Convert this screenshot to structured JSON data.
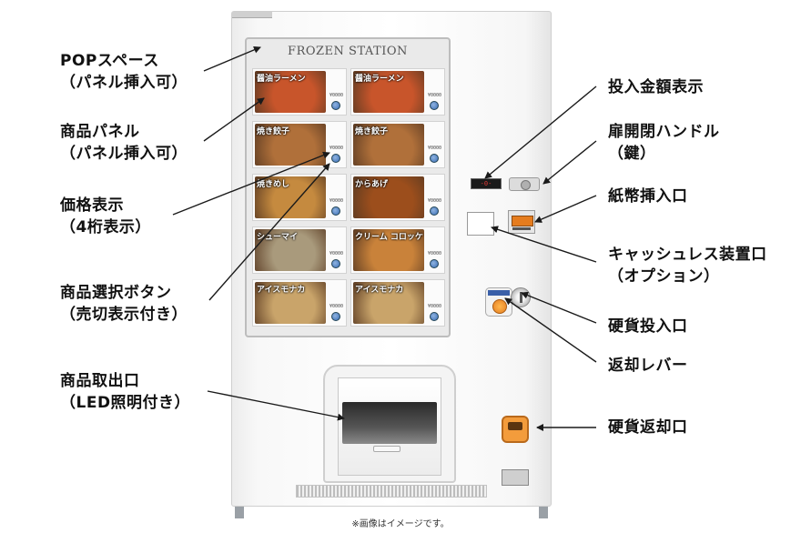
{
  "machine": {
    "pop_title": "FROZEN STATION",
    "display_text": "-0-"
  },
  "products": [
    {
      "name": "醤油ラーメン",
      "price": "¥0000",
      "color": "#c8552b"
    },
    {
      "name": "醤油ラーメン",
      "price": "¥0000",
      "color": "#c8552b"
    },
    {
      "name": "焼き餃子",
      "price": "¥0000",
      "color": "#b0703a"
    },
    {
      "name": "焼き餃子",
      "price": "¥0000",
      "color": "#b0703a"
    },
    {
      "name": "焼きめし",
      "price": "¥0000",
      "color": "#c58a3f"
    },
    {
      "name": "からあげ",
      "price": "¥0000",
      "color": "#9c4e1c"
    },
    {
      "name": "シューマイ",
      "price": "¥0000",
      "color": "#a99a7c"
    },
    {
      "name": "クリーム コロッケ",
      "price": "¥0000",
      "color": "#c9823a"
    },
    {
      "name": "アイスモナカ",
      "price": "¥0000",
      "color": "#c9a46a"
    },
    {
      "name": "アイスモナカ",
      "price": "¥0000",
      "color": "#c9a46a"
    }
  ],
  "left_labels": [
    {
      "line1": "POPスペース",
      "line2": "（パネル挿入可）"
    },
    {
      "line1": "商品パネル",
      "line2": "（パネル挿入可）"
    },
    {
      "line1": "価格表示",
      "line2": "（4桁表示）"
    },
    {
      "line1": "商品選択ボタン",
      "line2": "（売切表示付き）"
    },
    {
      "line1": "商品取出口",
      "line2": "（LED照明付き）"
    }
  ],
  "right_labels": [
    {
      "line1": "投入金額表示",
      "line2": ""
    },
    {
      "line1": "扉開閉ハンドル",
      "line2": "（鍵）"
    },
    {
      "line1": "紙幣挿入口",
      "line2": ""
    },
    {
      "line1": "キャッシュレス装置口",
      "line2": "（オプション）"
    },
    {
      "line1": "硬貨投入口",
      "line2": ""
    },
    {
      "line1": "返却レバー",
      "line2": ""
    },
    {
      "line1": "硬貨返却口",
      "line2": ""
    }
  ],
  "caption": "※画像はイメージです。",
  "colors": {
    "accent_orange": "#f39c3c",
    "button_blue": "#3a6db5",
    "display_red": "#e53935"
  }
}
